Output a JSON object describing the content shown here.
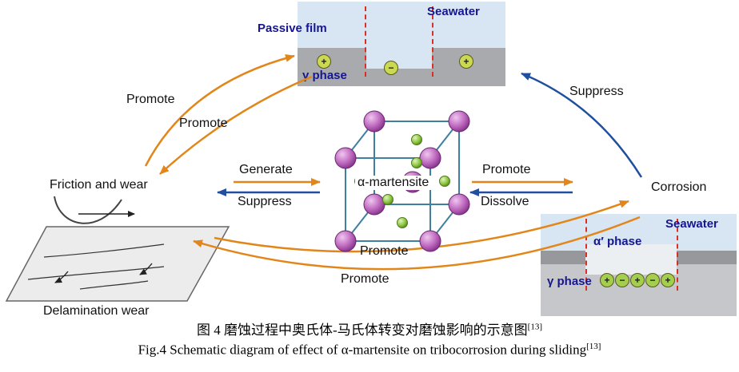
{
  "colors": {
    "arrow_orange": "#E2861A",
    "arrow_blue": "#1F4F9E",
    "label_navy": "#16168F",
    "seawater_blue": "#D8E5F3",
    "metal_gray": "#A9AAAE",
    "lower_gray": "#C6C7CA",
    "dashed_red": "#D93025",
    "sphere_purple": "#B457B4",
    "sphere_green": "#8CC63E"
  },
  "top_inset": {
    "seawater_label": "Seawater",
    "passive_film_label": "Passive film",
    "gamma_label": "γ phase",
    "charges": [
      "+",
      "−",
      "+"
    ]
  },
  "right_inset": {
    "seawater_label": "Seawater",
    "alpha_label": "α′ phase",
    "gamma_label": "γ phase",
    "charges": [
      "+",
      "−",
      "+",
      "−",
      "+"
    ]
  },
  "nodes": {
    "friction_label": "Friction and wear",
    "martensite_label": "α-martensite",
    "corrosion_label": "Corrosion",
    "delamination_label": "Delamination wear"
  },
  "edges": {
    "generate": "Generate",
    "suppress_left": "Suppress",
    "promote_right": "Promote",
    "dissolve": "Dissolve",
    "suppress_top": "Suppress",
    "promote_top_1": "Promote",
    "promote_top_2": "Promote",
    "promote_bottom_1": "Promote",
    "promote_bottom_2": "Promote"
  },
  "caption": {
    "zh": "图 4  磨蚀过程中奥氏体-马氏体转变对磨蚀影响的示意图",
    "en": "Fig.4 Schematic diagram of effect of α-martensite on tribocorrosion during sliding",
    "ref": "[13]"
  }
}
